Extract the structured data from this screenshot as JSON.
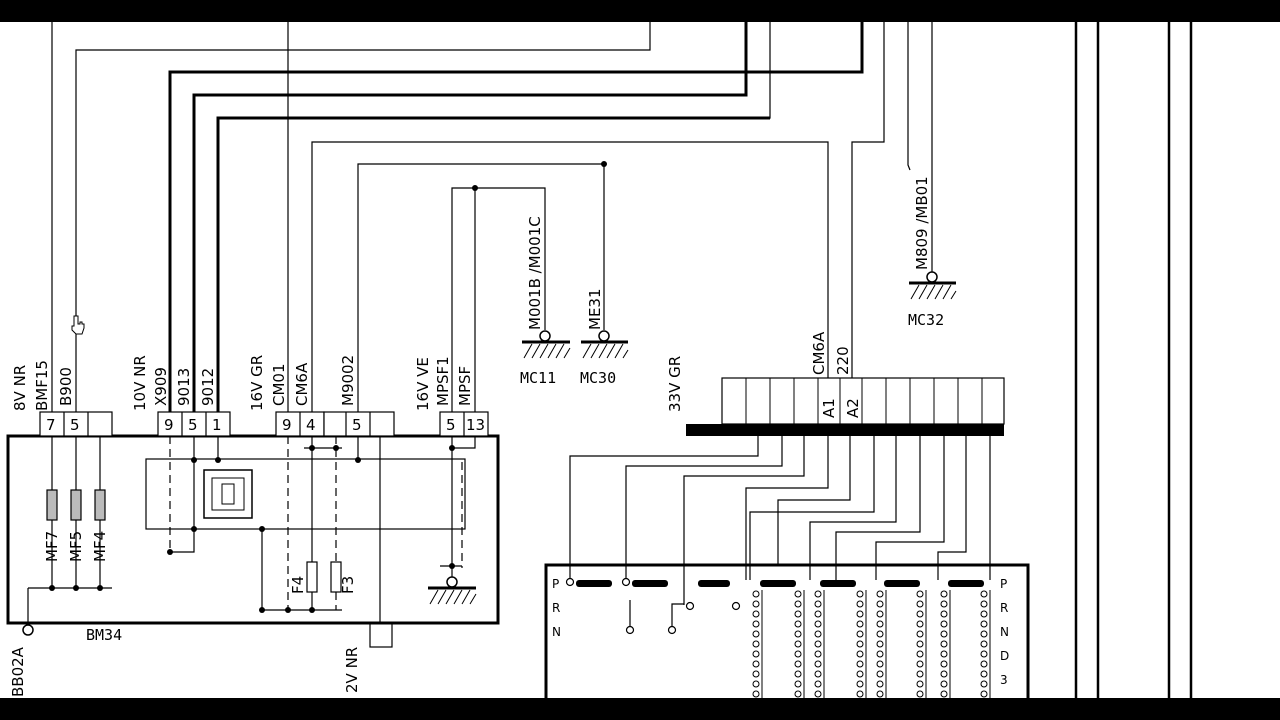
{
  "colors": {
    "background": "#ffffff",
    "ink": "#000000",
    "frame": "#000000"
  },
  "connectors": {
    "bsi_left": {
      "spec": "8V NR",
      "ref": "BMF15",
      "wire": "B900",
      "pins": [
        "7",
        "5",
        ""
      ]
    },
    "bsi_mid": {
      "spec": "10V NR",
      "wires": [
        "X909",
        "9013",
        "9012"
      ],
      "pins": [
        "9",
        "5",
        "1"
      ]
    },
    "bsi_gr": {
      "spec": "16V GR",
      "wires": [
        "CM01",
        "CM6A"
      ],
      "pins": [
        "9",
        "4"
      ]
    },
    "bsi_m9002": {
      "wire": "M9002",
      "pins": [
        "",
        "5",
        ""
      ]
    },
    "bsi_ve": {
      "spec": "16V VE",
      "wires": [
        "MPSF1",
        "MPSF"
      ],
      "pins": [
        "5",
        "13"
      ]
    },
    "bsi_bottom": {
      "spec": "2V NR"
    },
    "selector": {
      "spec": "33V GR",
      "wires": [
        "CM6A",
        "220"
      ],
      "pins": [
        "A1",
        "A2"
      ]
    }
  },
  "fuses": [
    "MF7",
    "MF5",
    "MF4",
    "F4",
    "F3"
  ],
  "modules": {
    "bsi": "BM34"
  },
  "grounds": [
    {
      "wire": "M001B /M001C",
      "name": "MC11"
    },
    {
      "wire": "ME31",
      "name": "MC30"
    },
    {
      "wire": "M809 /MB01",
      "name": "MC32"
    }
  ],
  "labels": {
    "bottom_left_wire": "BB02A"
  },
  "selector_positions": {
    "left": [
      "P",
      "R",
      "N"
    ],
    "right": [
      "P",
      "R",
      "N",
      "D",
      "3"
    ]
  }
}
